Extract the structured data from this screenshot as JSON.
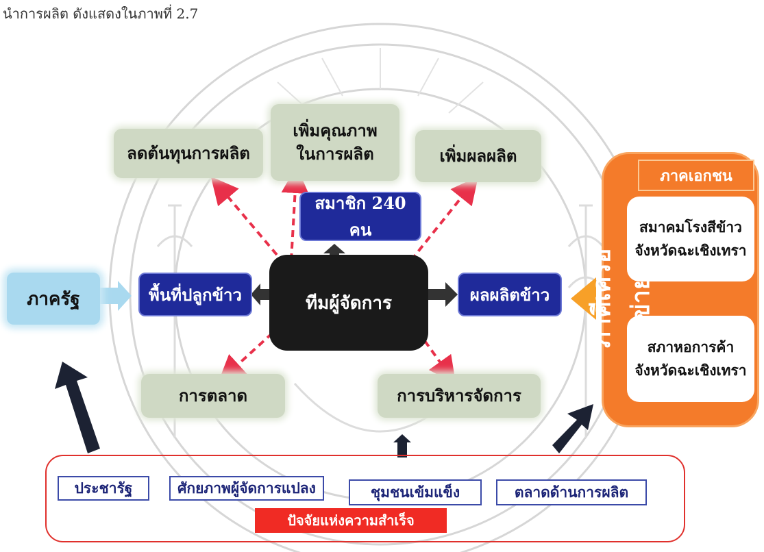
{
  "intro_text": "นำการผลิต ดังแสดงในภาพที่ 2.7",
  "goals": {
    "reduce_cost": "ลดต้นทุนการผลิต",
    "quality_line1": "เพิ่มคุณภาพ",
    "quality_line2": "ในการผลิต",
    "increase_yield": "เพิ่มผลผลิต"
  },
  "members": "สมาชิก 240 คน",
  "rice_area": "พื้นที่ปลูกข้าว",
  "management_team": "ทีมผู้จัดการ",
  "rice_yield": "ผลผลิตข้าว",
  "marketing": "การตลาด",
  "administration": "การบริหารจัดการ",
  "state": "ภาครัฐ",
  "private_sector": {
    "title": "ภาคเอกชน",
    "vertical_label": "ภาคีเครือข่าย",
    "org1_line1": "สมาคมโรงสีข้าว",
    "org1_line2": "จังหวัดฉะเชิงเทรา",
    "org2_line1": "สภาหอการค้า",
    "org2_line2": "จังหวัดฉะเชิงเทรา"
  },
  "factors": {
    "f1": "ประชารัฐ",
    "f2": "ศักยภาพผู้จัดการแปลง",
    "f3": "ชุมชนเข้มแข็ง",
    "f4": "ตลาดด้านการผลิต",
    "success": "ปัจจัยแห่งความสำเร็จ"
  },
  "colors": {
    "sage": "#cfd9c4",
    "navy": "#1f2a9a",
    "dark": "#1a1a1a",
    "sky": "#a9d9ef",
    "orange": "#f47b2a",
    "red": "#f02b24"
  }
}
